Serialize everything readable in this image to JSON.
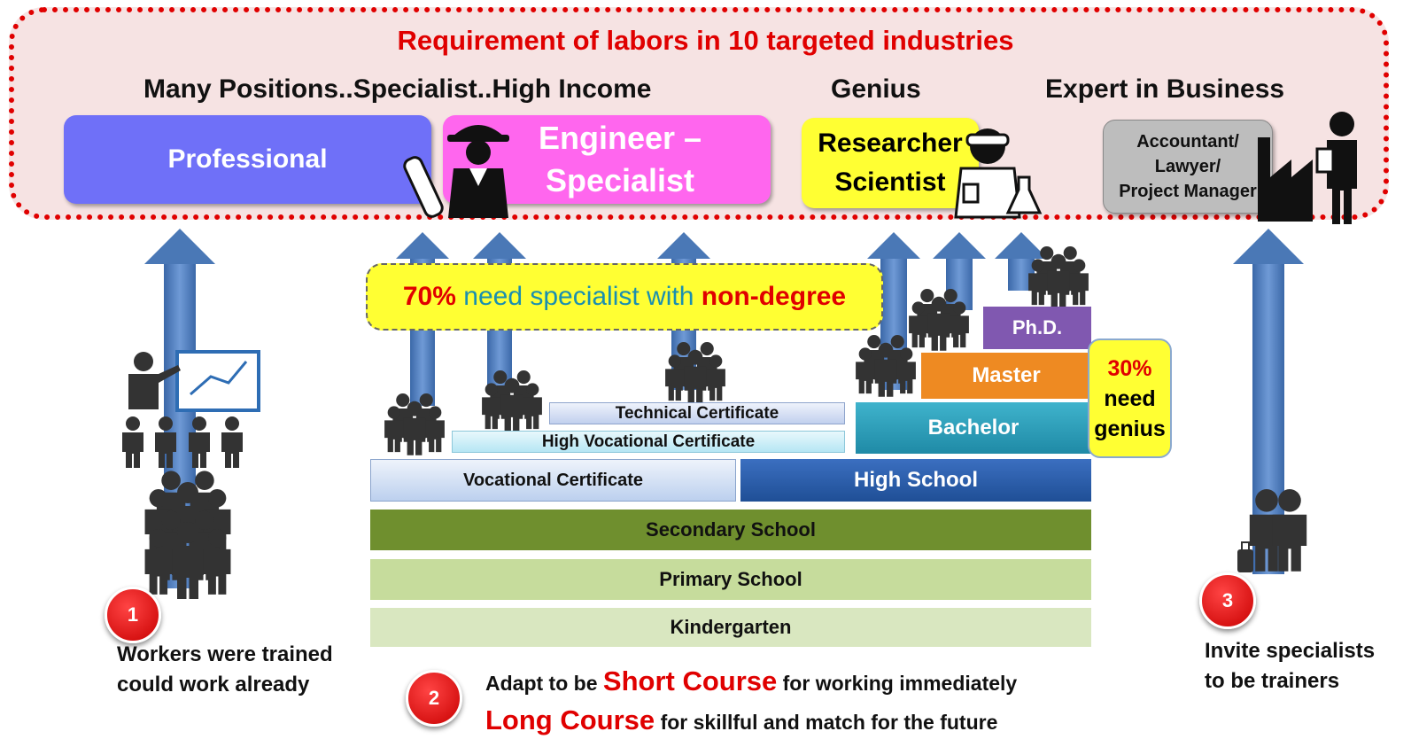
{
  "header": {
    "title": "Requirement of labors in 10 targeted industries",
    "positions": "Many Positions..Specialist..High Income",
    "genius": "Genius",
    "expert": "Expert in Business"
  },
  "roles": {
    "professional": "Professional",
    "engineer_line1": "Engineer –",
    "engineer_line2": "Specialist",
    "researcher_line1": "Researcher",
    "researcher_line2": "Scientist",
    "accountant_line1": "Accountant/",
    "accountant_line2": "Lawyer/",
    "accountant_line3": "Project Manager"
  },
  "callouts": {
    "pct70": "70%",
    "need_specialist": "need specialist with",
    "non_degree": "non-degree",
    "pct30": "30%",
    "need": "need",
    "genius": "genius"
  },
  "education": {
    "kindergarten": "Kindergarten",
    "primary": "Primary School",
    "secondary": "Secondary School",
    "vocational": "Vocational Certificate",
    "high_school": "High School",
    "high_vocational": "High Vocational Certificate",
    "technical": "Technical Certificate",
    "bachelor": "Bachelor",
    "master": "Master",
    "phd": "Ph.D."
  },
  "steps": {
    "step1_num": "1",
    "step1_line1": "Workers were trained",
    "step1_line2": "could work already",
    "step2_num": "2",
    "step2_adapt": "Adapt to be",
    "step2_short": "Short Course",
    "step2_short_rest": "for working immediately",
    "step2_long": "Long Course",
    "step2_long_rest": "for skillful and match for the future",
    "step3_num": "3",
    "step3_line1": "Invite specialists",
    "step3_line2": "to be trainers"
  },
  "colors": {
    "accent_red": "#e00000",
    "arrow_blue": "#4a78b6",
    "professional": "#6f70f8",
    "engineer": "#ff66ee",
    "researcher": "#ffff33",
    "accountant": "#bdbdbd"
  }
}
